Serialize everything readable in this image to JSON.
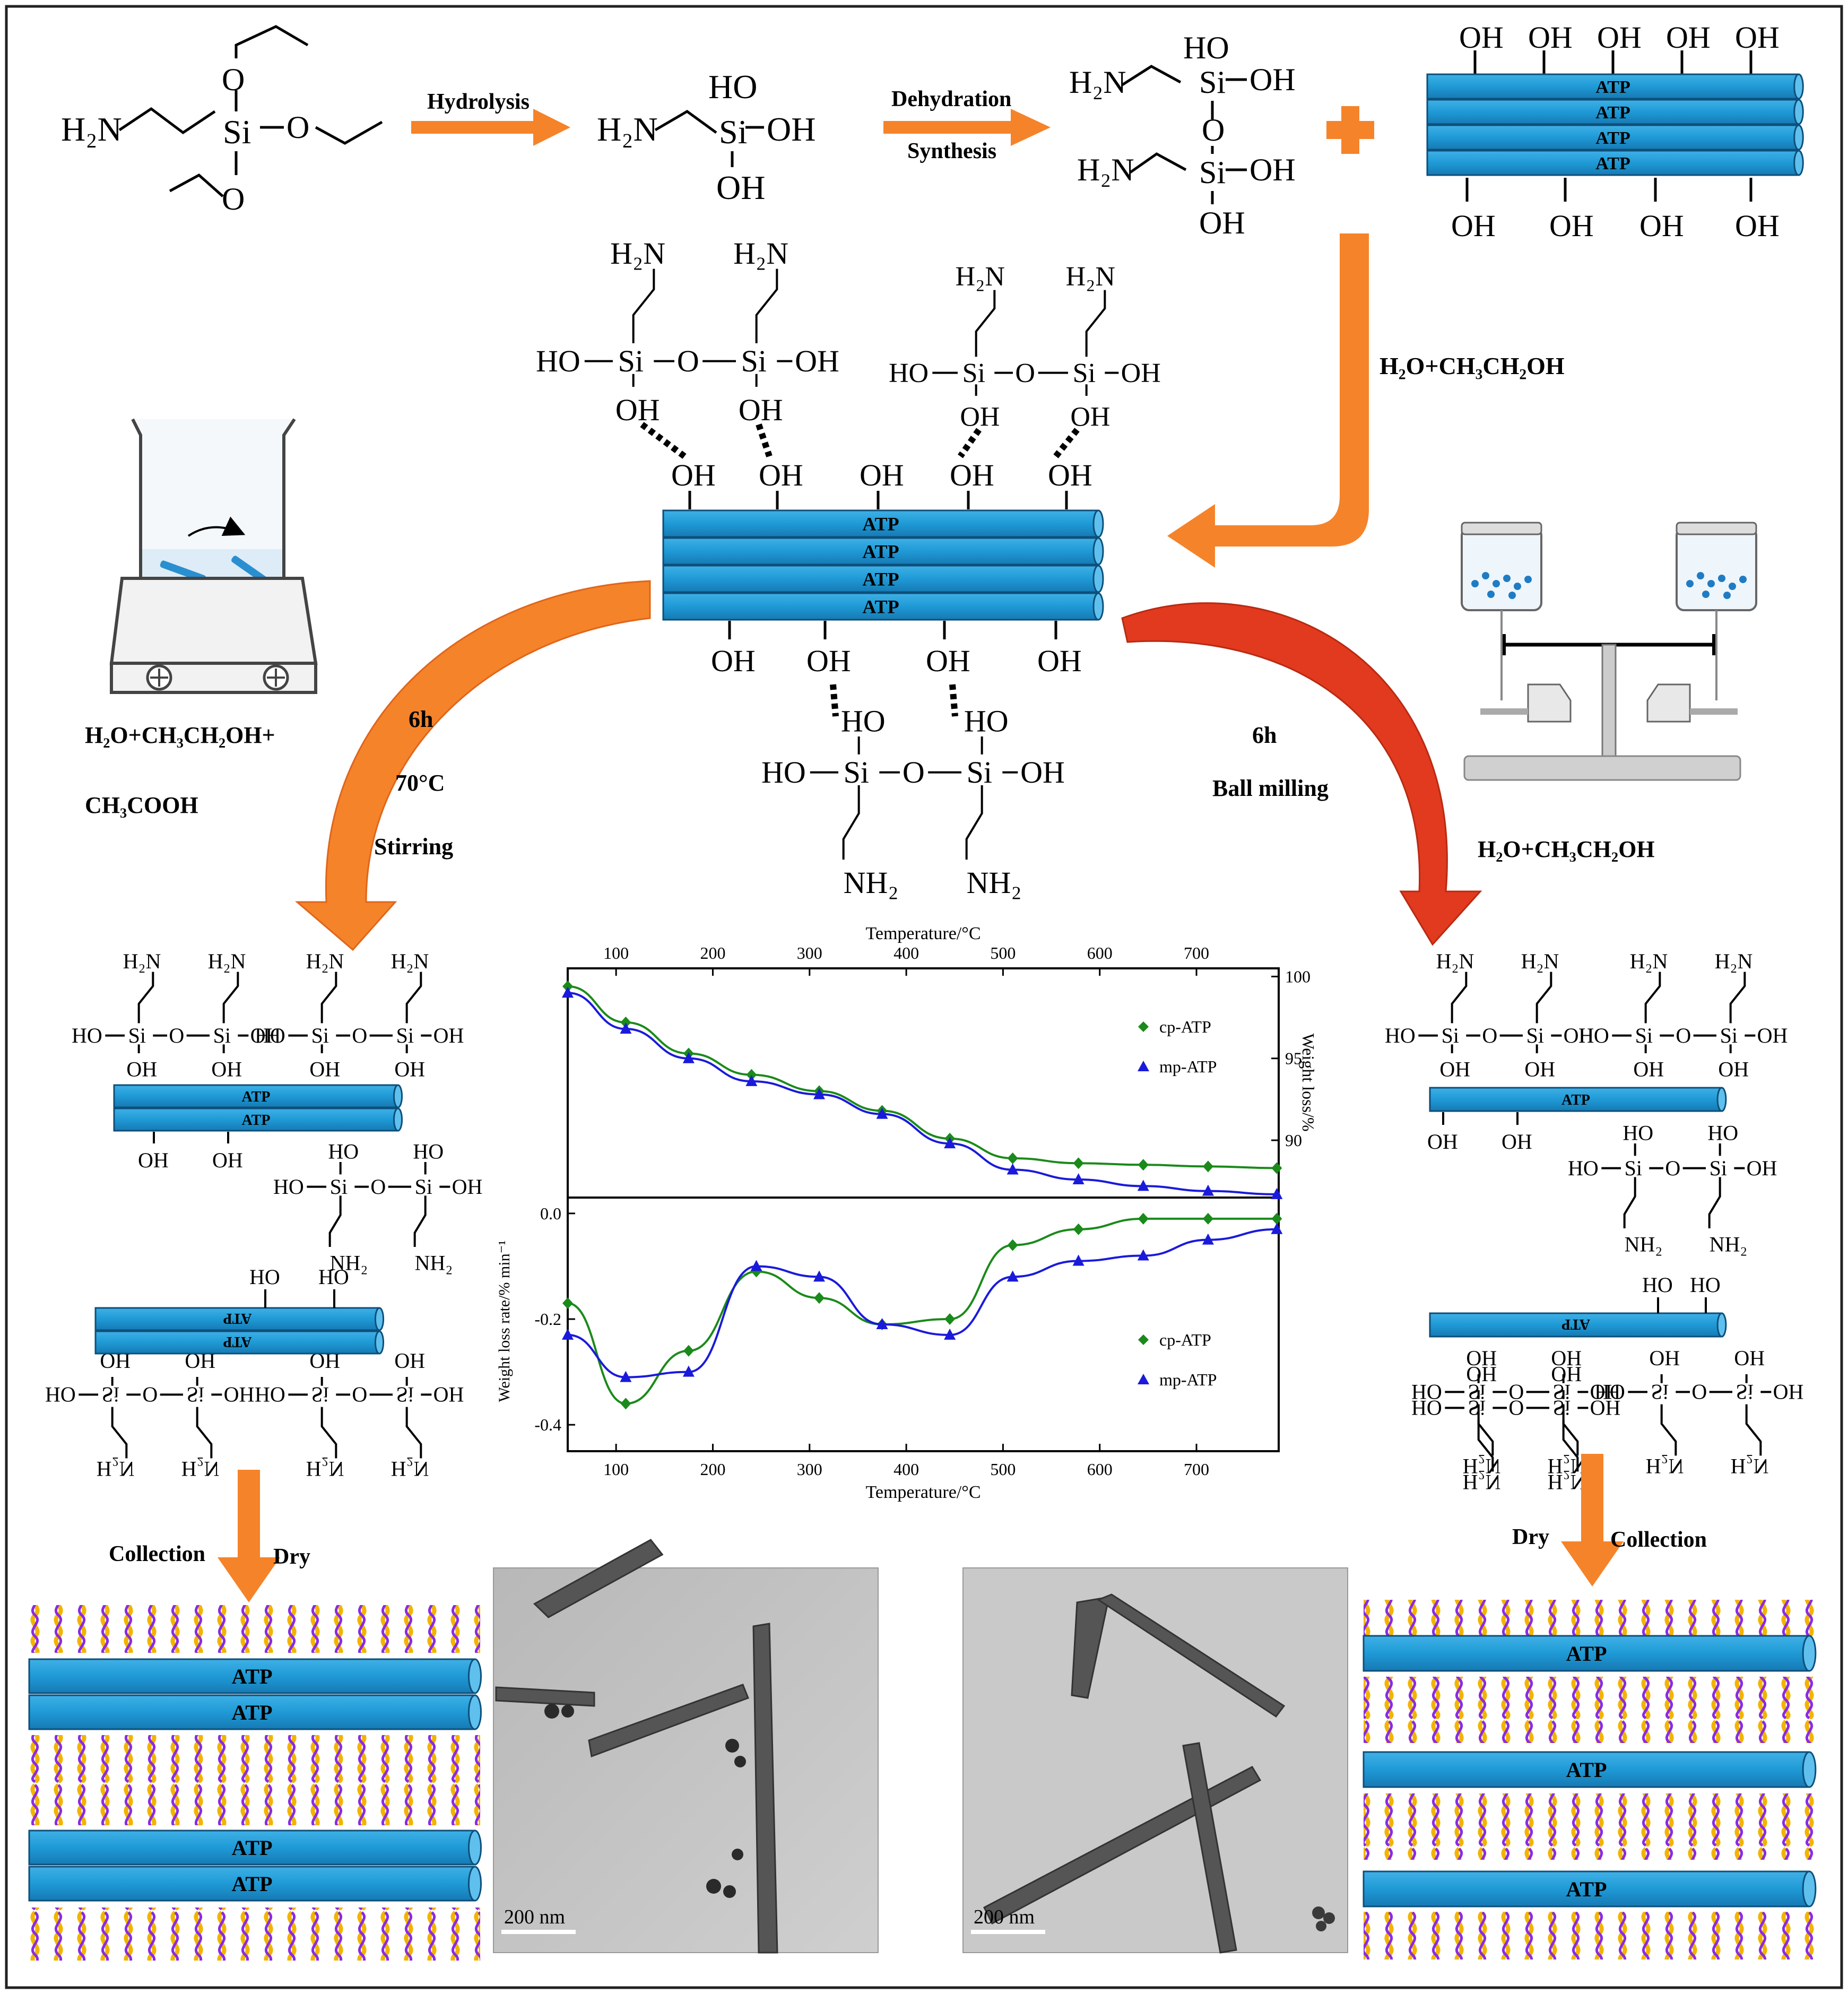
{
  "colors": {
    "atp_blue": "#1f9ad6",
    "arrow_orange": "#f5832a",
    "arrow_red": "#d63a1e",
    "cp_series": "#1a8a1a",
    "mp_series": "#1a1adb",
    "helix_purple": "#8a2be2",
    "helix_yellow": "#f2b400"
  },
  "labels": {
    "atp": "ATP",
    "hydrolysis": "Hydrolysis",
    "dehydration": "Dehydration",
    "synthesis": "Synthesis",
    "solvent1": "H₂O+CH₃CH₂OH",
    "solvent_left_1": "H₂O+CH₃CH₂OH+",
    "solvent_left_2": "CH₃COOH",
    "solvent_right": "H₂O+CH₃CH₂OH",
    "time_left": "6h",
    "temp_left": "70°C",
    "method_left": "Stirring",
    "time_right": "6h",
    "method_right": "Ball milling",
    "collection": "Collection",
    "dry": "Dry",
    "scale_bar": "200 nm",
    "oh": "OH",
    "ho": "HO",
    "h2n": "H₂N",
    "nh2": "NH₂",
    "si": "Si",
    "o": "O"
  },
  "chart_data": [
    {
      "type": "line",
      "x_label": "Temperature/°C",
      "y_label": "Weight loss/%",
      "x_ticks": [
        100,
        200,
        300,
        400,
        500,
        600,
        700
      ],
      "y_ticks": [
        90,
        95,
        100
      ],
      "xlim": [
        50,
        785
      ],
      "ylim": [
        86.5,
        100.5
      ],
      "x_axis_position": "top",
      "y_axis_position": "right",
      "legend_position": "top-right",
      "series": [
        {
          "name": "cp-ATP",
          "marker": "diamond",
          "x": [
            50,
            110,
            175,
            240,
            310,
            375,
            445,
            510,
            578,
            645,
            712,
            783
          ],
          "y": [
            99.4,
            97.2,
            95.3,
            94.0,
            93.0,
            91.8,
            90.1,
            88.9,
            88.6,
            88.5,
            88.4,
            88.3
          ]
        },
        {
          "name": "mp-ATP",
          "marker": "triangle",
          "x": [
            50,
            110,
            175,
            240,
            310,
            375,
            445,
            510,
            578,
            645,
            712,
            783
          ],
          "y": [
            99.0,
            96.8,
            95.0,
            93.6,
            92.8,
            91.6,
            89.8,
            88.2,
            87.6,
            87.2,
            86.9,
            86.7
          ]
        }
      ]
    },
    {
      "type": "line",
      "x_label": "Temperature/°C",
      "y_label": "Weight loss rate/% min⁻¹",
      "x_ticks": [
        100,
        200,
        300,
        400,
        500,
        600,
        700
      ],
      "y_ticks": [
        0.0,
        -0.2,
        -0.4
      ],
      "xlim": [
        50,
        785
      ],
      "ylim": [
        -0.45,
        0.03
      ],
      "legend_position": "bottom-right",
      "series": [
        {
          "name": "cp-ATP",
          "marker": "diamond",
          "x": [
            50,
            110,
            175,
            245,
            310,
            375,
            445,
            510,
            578,
            645,
            712,
            783
          ],
          "y": [
            -0.17,
            -0.36,
            -0.26,
            -0.11,
            -0.16,
            -0.21,
            -0.2,
            -0.06,
            -0.03,
            -0.01,
            -0.01,
            -0.01
          ]
        },
        {
          "name": "mp-ATP",
          "marker": "triangle",
          "x": [
            50,
            110,
            175,
            245,
            310,
            375,
            445,
            510,
            578,
            645,
            712,
            783
          ],
          "y": [
            -0.23,
            -0.31,
            -0.3,
            -0.1,
            -0.12,
            -0.21,
            -0.23,
            -0.12,
            -0.09,
            -0.08,
            -0.05,
            -0.03
          ]
        }
      ]
    }
  ]
}
